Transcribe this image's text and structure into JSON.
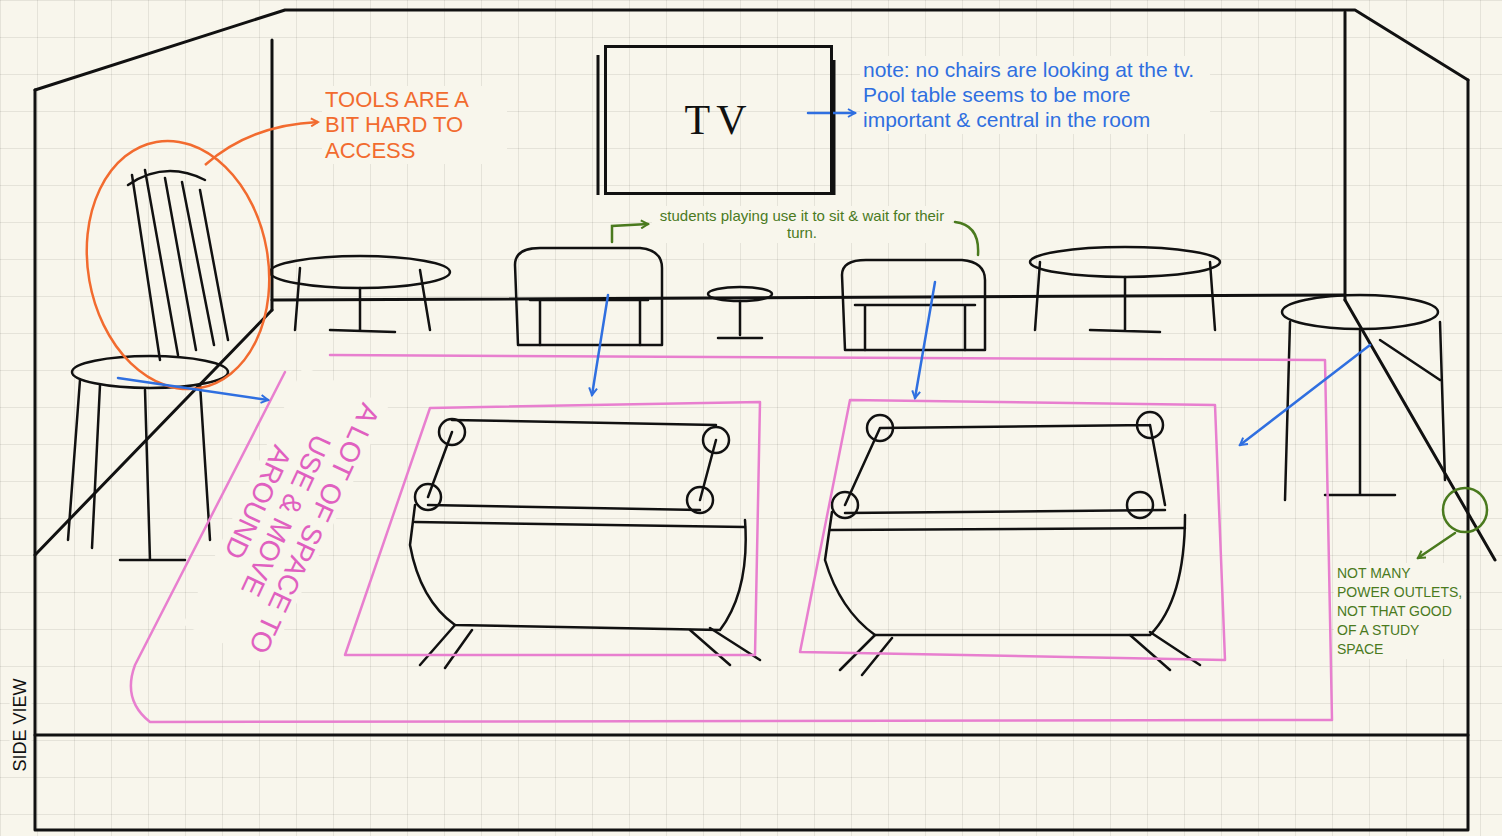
{
  "diagram": {
    "nodes": [
      {
        "text": [
          "TV"
        ]
      }
    ],
    "labels": [
      "TOOLS ARE A BIT HARD TO ACCESS",
      "note: no chairs are looking at the tv. Pool table seems to be more important & central in the room",
      "students playing use it to sit & wait for their turn.",
      "A LOT OF SPACE TO USE & MOVE AROUND",
      "NOT MANY POWER OUTLETS, NOT THAT GOOD OF A STUDY SPACE",
      "SIDE VIEW"
    ]
  }
}
